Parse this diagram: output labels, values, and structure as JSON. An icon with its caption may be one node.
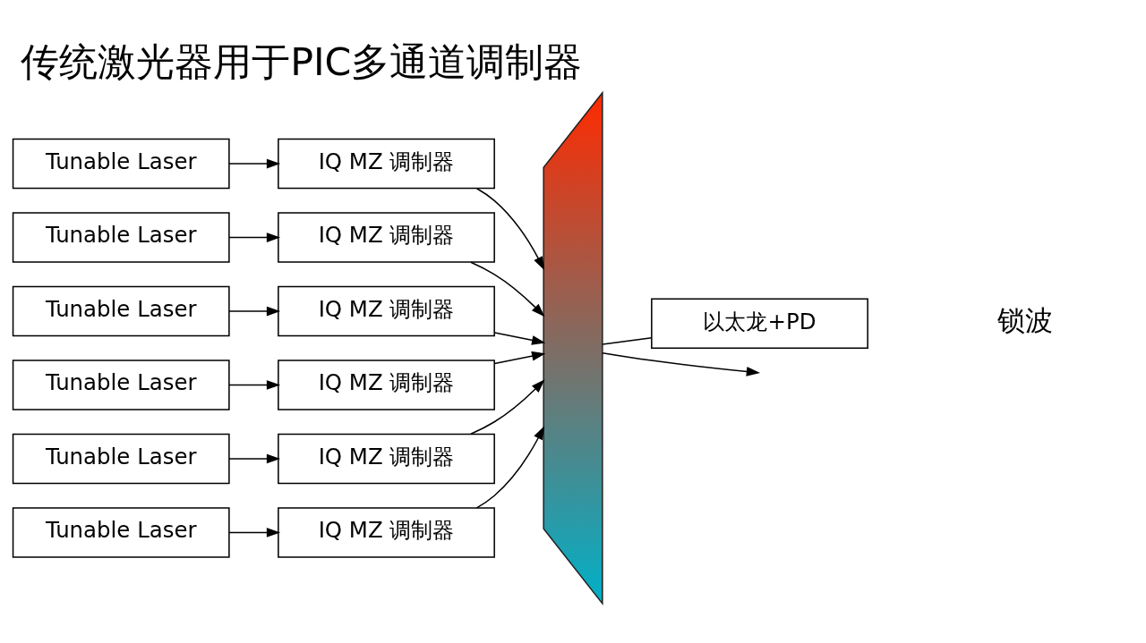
{
  "diagram": {
    "title": "传统激光器用于PIC多通道调制器",
    "nodes": [
      {
        "text": [
          "Tunable Laser"
        ]
      },
      {
        "text": [
          "IQ MZ 调制器"
        ]
      },
      {
        "text": [
          "Tunable Laser"
        ]
      },
      {
        "text": [
          "IQ MZ 调制器"
        ]
      },
      {
        "text": [
          "Tunable Laser"
        ]
      },
      {
        "text": [
          "IQ MZ 调制器"
        ]
      },
      {
        "text": [
          "Tunable Laser"
        ]
      },
      {
        "text": [
          "IQ MZ 调制器"
        ]
      },
      {
        "text": [
          "Tunable Laser"
        ]
      },
      {
        "text": [
          "IQ MZ 调制器"
        ]
      },
      {
        "text": [
          "Tunable Laser"
        ]
      },
      {
        "text": [
          "IQ MZ 调制器"
        ]
      },
      {
        "text": [],
        "shape": "trapezoid"
      },
      {
        "text": [
          "以太龙+PD"
        ]
      }
    ],
    "edges": [
      {
        "from": 0,
        "to": 1,
        "arrow": "to"
      },
      {
        "from": 2,
        "to": 3,
        "arrow": "to"
      },
      {
        "from": 4,
        "to": 5,
        "arrow": "to"
      },
      {
        "from": 6,
        "to": 7,
        "arrow": "to"
      },
      {
        "from": 8,
        "to": 9,
        "arrow": "to"
      },
      {
        "from": 10,
        "to": 11,
        "arrow": "to"
      },
      {
        "from": 1,
        "to": 12,
        "arrow": "to"
      },
      {
        "from": 3,
        "to": 12,
        "arrow": "to"
      },
      {
        "from": 5,
        "to": 12,
        "arrow": "to"
      },
      {
        "from": 7,
        "to": 12,
        "arrow": "to"
      },
      {
        "from": 9,
        "to": 12,
        "arrow": "to"
      },
      {
        "from": 11,
        "to": 12,
        "arrow": "to"
      },
      {
        "from": 12,
        "to": null,
        "arrow": "to"
      },
      {
        "from": 12,
        "to": 13,
        "arrow": "none"
      }
    ],
    "labels": [
      "锁波"
    ]
  }
}
